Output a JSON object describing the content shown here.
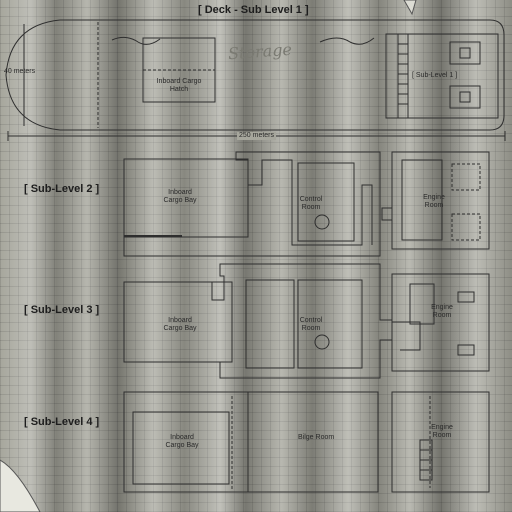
{
  "titles": {
    "deck": "[ Deck - Sub Level 1 ]",
    "sub2": "[ Sub-Level 2 ]",
    "sub3": "[ Sub-Level 3 ]",
    "sub4": "[ Sub-Level 4 ]"
  },
  "dimensions": {
    "width": "40 meters",
    "length": "250 meters"
  },
  "deck": {
    "hatch": "Inboard Cargo Hatch",
    "storage": "Storage",
    "sublevel_label": "[ Sub-Level 1 ]"
  },
  "level2": {
    "cargo": "Inboard Cargo Bay",
    "control": "Control Room",
    "engine": "Engine Room"
  },
  "level3": {
    "cargo": "Inboard Cargo Bay",
    "control": "Control Room",
    "engine": "Engine Room"
  },
  "level4": {
    "cargo": "Inboard Cargo Bay",
    "bilge": "Bilge Room",
    "engine": "Engine Room"
  },
  "colors": {
    "paper": "#a6a69c",
    "ink": "#2e2e2e"
  }
}
